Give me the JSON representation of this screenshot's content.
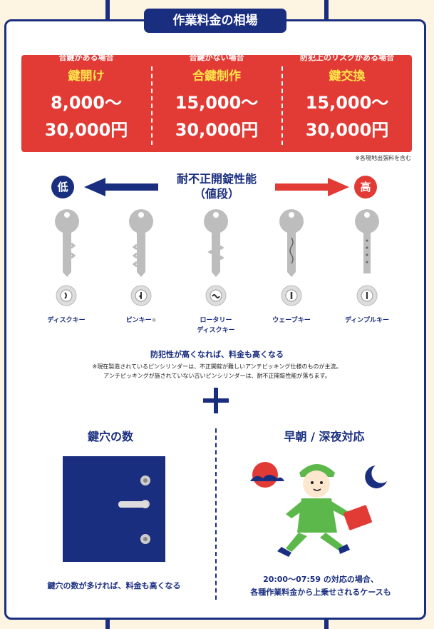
{
  "title": "作業料金の相場",
  "pricing": [
    {
      "condition": "合鍵がある場合",
      "service": "鍵開け",
      "price_line1": "8,000～",
      "price_line2": "30,000円"
    },
    {
      "condition": "合鍵がない場合",
      "service": "合鍵制作",
      "price_line1": "15,000～",
      "price_line2": "30,000円"
    },
    {
      "condition": "防犯上のリスクがある場合",
      "service": "鍵交換",
      "price_line1": "15,000～",
      "price_line2": "30,000円"
    }
  ],
  "pricing_note": "※各現地出張料を含む",
  "performance": {
    "line1": "耐不正開錠性能",
    "line2": "（値段）",
    "low": "低",
    "high": "高"
  },
  "keys": [
    {
      "label": "ディスクキー",
      "icon": "disc-key-icon"
    },
    {
      "label": "ピンキー",
      "icon": "pin-key-icon",
      "mark": "※"
    },
    {
      "label": "ロータリー\nディスクキー",
      "icon": "rotary-disc-key-icon"
    },
    {
      "label": "ウェーブキー",
      "icon": "wave-key-icon"
    },
    {
      "label": "ディンプルキー",
      "icon": "dimple-key-icon"
    }
  ],
  "summary": "防犯性が高くなれば、料金も高くなる",
  "notes": [
    "※現在製造されているピンシリンダーは、不正開錠が難しいアンチピッキング仕様のものが主流。",
    "アンチピッキングが施されていない古いピンシリンダーは、耐不正開錠性能が落ちます。"
  ],
  "factors": [
    {
      "title": "鍵穴の数",
      "caption": "鍵穴の数が多ければ、料金も高くなる"
    },
    {
      "title": "早朝 / 深夜対応",
      "caption_line1": "20:00～07:59 の対応の場合、",
      "caption_line2": "各種作業料金から上乗せされるケースも"
    }
  ],
  "colors": {
    "navy": "#1a2e80",
    "red": "#e23a34",
    "yellow": "#ffe34a",
    "key_gray": "#bdbdbd",
    "green": "#5db84b"
  }
}
